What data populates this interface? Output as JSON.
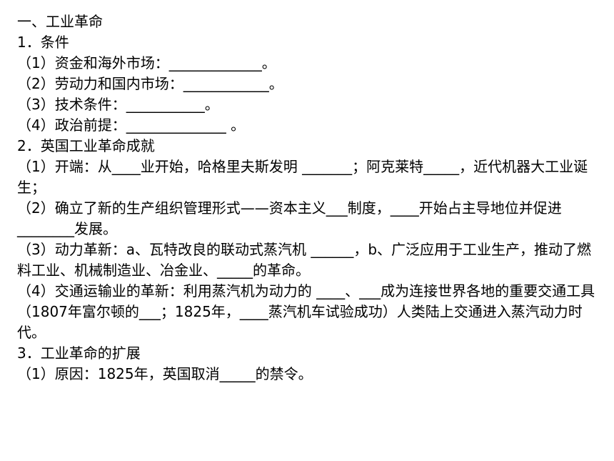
{
  "lines": [
    "一、工业革命",
    "1．条件",
    "（1）资金和海外市场：_____________。",
    "（2）劳动力和国内市场：____________。",
    "（3）技术条件：___________。",
    "（4）政治前提：______________ 。",
    "2．英国工业革命成就",
    "（1）开端：从____业开始，哈格里夫斯发明 _______；阿克莱特_____，近代机器大工业诞生；",
    "（2）确立了新的生产组织管理形式——资本主义___制度，____开始占主导地位并促进________发展。",
    "（3）动力革新：a、瓦特改良的联动式蒸汽机 ______，b、广泛应用于工业生产，推动了燃料工业、机械制造业、冶金业、_____的革命。",
    "（4）交通运输业的革新：利用蒸汽机为动力的 ____、___成为连接世界各地的重要交通工具（1807年富尔顿的___；1825年，____蒸汽机车试验成功）人类陆上交通进入蒸汽动力时代。",
    "3．工业革命的扩展",
    "（1）原因：1825年，英国取消_____的禁令。"
  ]
}
